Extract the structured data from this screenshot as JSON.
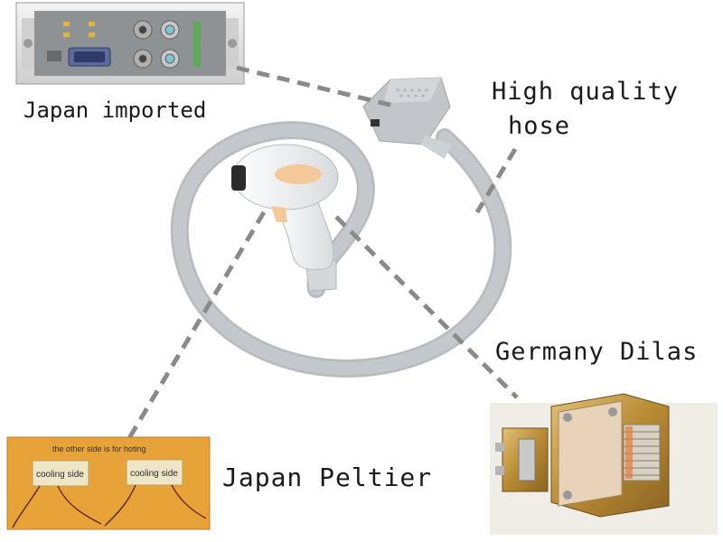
{
  "labels": {
    "japan_imported": "Japan imported",
    "high_quality": "High quality",
    "hose": "hose",
    "germany_dilas": "Germany Dilas",
    "japan_peltier": "Japan Peltier"
  },
  "peltier_photo": {
    "top_text": "the other side is for hoting",
    "left_tag": "cooling side",
    "right_tag": "cooling side"
  },
  "colors": {
    "callout_line": "#8a8a8a",
    "handpiece_body": "#eceeef",
    "handpiece_window": "#f3c999",
    "hose": "#d9dcdf",
    "connector": "#c2c6ca",
    "peltier_background": "#e7a238",
    "laser_gold": "#c9a14a"
  },
  "icons": [
    "connector-panel-photo",
    "laser-handpiece",
    "corrugated-hose",
    "peltier-photo",
    "dilas-laser-bar-photo"
  ]
}
